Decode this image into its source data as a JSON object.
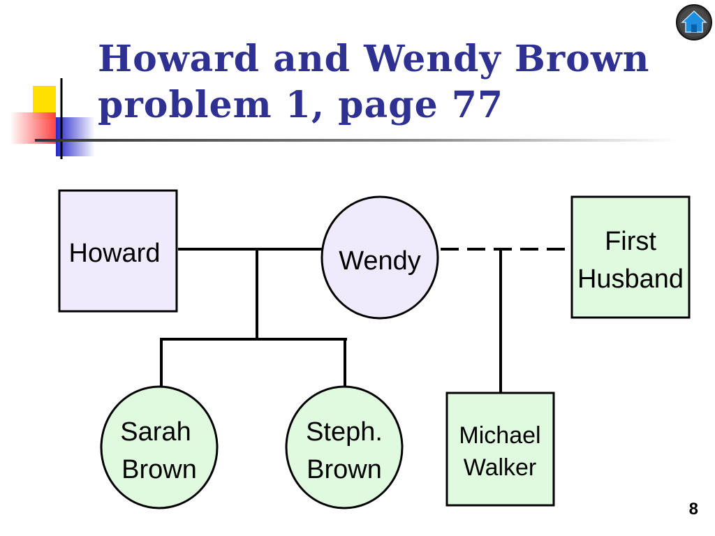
{
  "title": {
    "line1": "Howard and Wendy Brown",
    "line2": "problem 1, page 77"
  },
  "home_button": {
    "icon": "home-icon"
  },
  "colors": {
    "title": "#2e3192",
    "male_fill": "#efeafc",
    "green_fill": "#e0fae0",
    "line": "#000000",
    "deco_yellow": "#ffe000",
    "deco_red": "#ff3030",
    "deco_blue": "#2626cc"
  },
  "diagram": {
    "people": [
      {
        "id": "howard",
        "lines": [
          "Howard"
        ],
        "shape": "square"
      },
      {
        "id": "wendy",
        "lines": [
          "Wendy"
        ],
        "shape": "circle"
      },
      {
        "id": "first-husband",
        "lines": [
          "First",
          "Husband"
        ],
        "shape": "square"
      },
      {
        "id": "sarah-brown",
        "lines": [
          "Sarah",
          "Brown"
        ],
        "shape": "circle"
      },
      {
        "id": "steph-brown",
        "lines": [
          "Steph.",
          "Brown"
        ],
        "shape": "circle"
      },
      {
        "id": "michael-walker",
        "lines": [
          "Michael",
          "Walker"
        ],
        "shape": "square"
      }
    ],
    "relationships": [
      {
        "type": "marriage",
        "between": [
          "Howard",
          "Wendy"
        ]
      },
      {
        "type": "former-marriage",
        "between": [
          "Wendy",
          "First Husband"
        ]
      },
      {
        "type": "children",
        "parents": [
          "Howard",
          "Wendy"
        ],
        "children": [
          "Sarah Brown",
          "Steph. Brown"
        ]
      },
      {
        "type": "children",
        "parents": [
          "Wendy",
          "First Husband"
        ],
        "children": [
          "Michael Walker"
        ]
      }
    ]
  },
  "page_number": "8"
}
